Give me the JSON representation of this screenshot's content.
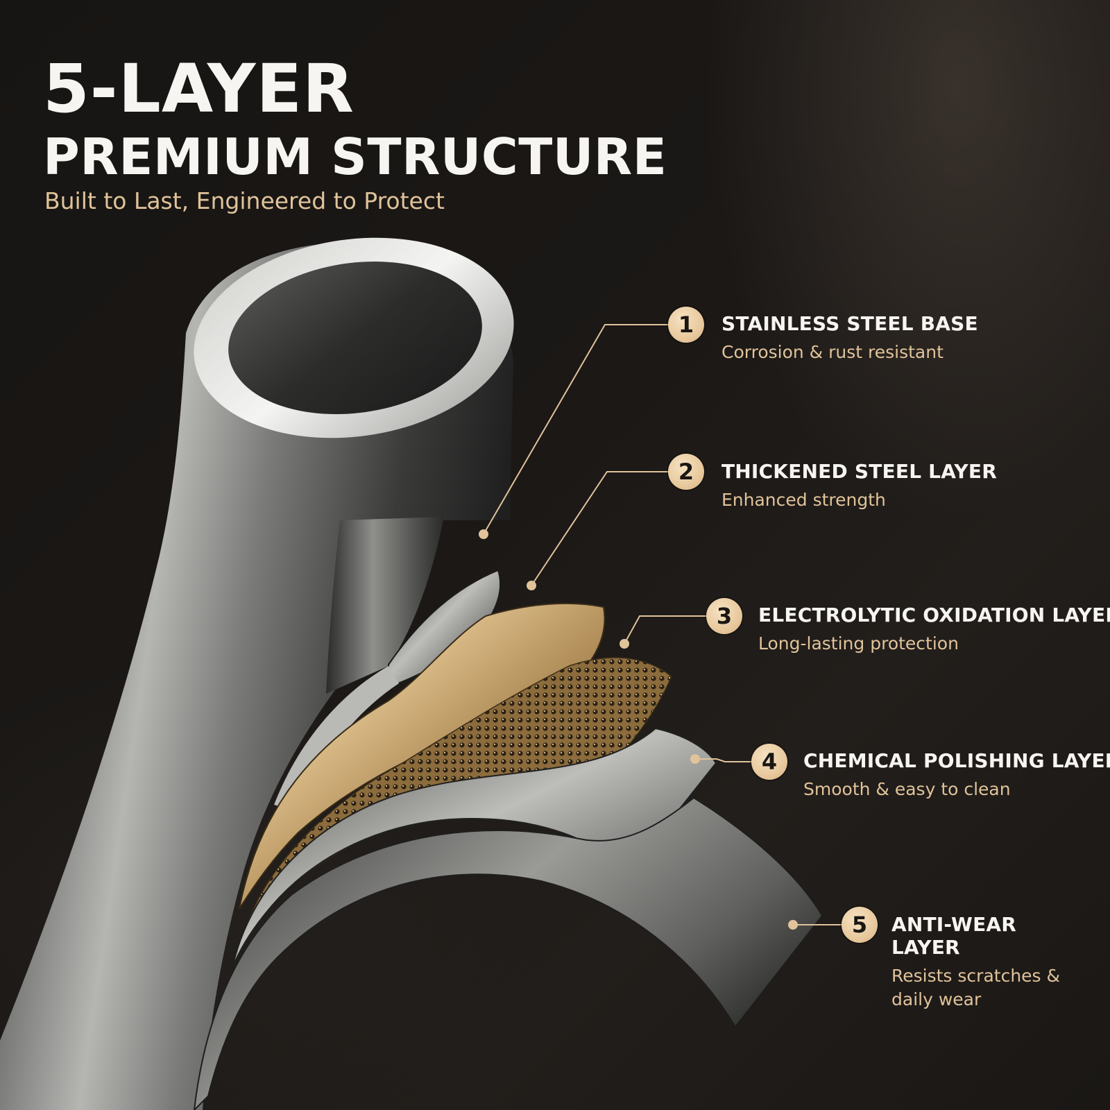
{
  "headline": {
    "line1": "5-LAYER",
    "line2": "PREMIUM STRUCTURE",
    "tagline": "Built to Last, Engineered to Protect"
  },
  "layers": [
    {
      "number": "1",
      "title": "STAINLESS STEEL BASE",
      "description": "Corrosion & rust resistant"
    },
    {
      "number": "2",
      "title": "THICKENED STEEL LAYER",
      "description": "Enhanced strength"
    },
    {
      "number": "3",
      "title": "ELECTROLYTIC OXIDATION LAYER",
      "description": "Long-lasting protection"
    },
    {
      "number": "4",
      "title": "CHEMICAL POLISHING LAYER",
      "description": "Smooth & easy to clean"
    },
    {
      "number": "5",
      "title": "ANTI-WEAR LAYER",
      "description": "Resists scratches & daily wear"
    }
  ],
  "colors": {
    "background": "#171513",
    "accent_gold": "#e0c39a",
    "text_white": "#f7f5f2",
    "steel": "#8a8986",
    "brass": "#b9935a"
  }
}
